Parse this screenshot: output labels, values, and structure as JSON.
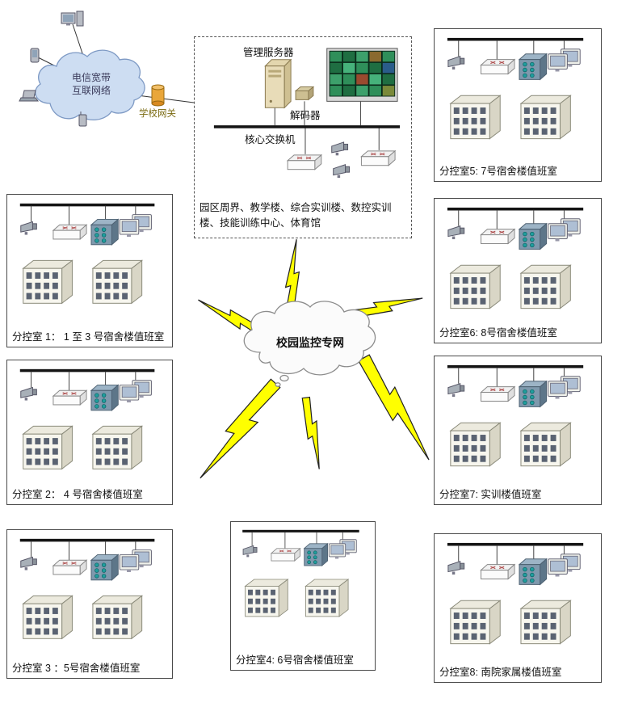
{
  "internet_cloud": {
    "line1": "电信宽带",
    "line2": "互联网络"
  },
  "gateway": {
    "label": "学校网关"
  },
  "center_cloud": {
    "label": "校园监控专网"
  },
  "control_center": {
    "server_label": "管理服务器",
    "decoder_label": "解码器",
    "core_switch_label": "核心交换机",
    "coverage_text": "园区周界、教学楼、综合实训楼、数控实训楼、技能训练中心、体育馆"
  },
  "rooms": [
    {
      "label": "分控室 1：  1 至 3 号宿舍楼值班室"
    },
    {
      "label": "分控室 2：  4 号宿舍楼值班室"
    },
    {
      "label": "分控室 3 ：5号宿舍楼值班室"
    },
    {
      "label": "分控室4: 6号宿舍楼值班室"
    },
    {
      "label": "分控室5: 7号宿舍楼值班室"
    },
    {
      "label": "分控室6: 8号宿舍楼值班室"
    },
    {
      "label": "分控室7: 实训楼值班室"
    },
    {
      "label": "分控室8: 南院家属楼值班室"
    }
  ],
  "icons": {
    "camera-icon": "cctv surveillance camera",
    "switch-icon": "3d network switch with crossover arrows",
    "dvr-icon": "video recorder / matrix box with ports",
    "monitors-icon": "pair of display monitors",
    "building-icon": "3d building with window grid",
    "server-tower-icon": "management server tower",
    "decoder-icon": "decoder box",
    "gateway-icon": "gateway cylinder",
    "video-wall-icon": "monitor showing surveillance video wall",
    "desktop-icon": "desktop computer client",
    "phone-icon": "mobile phone client",
    "laptop-icon": "laptop client",
    "handheld-icon": "handheld terminal client",
    "lightning-bolt-icon": "wireless/link lightning bolt"
  },
  "colors": {
    "bolt_yellow": "#ffff00",
    "internet_cloud_fill": "#cdddf2",
    "internet_cloud_stroke": "#7d99c4",
    "center_cloud_fill": "#fbfbfb",
    "center_cloud_stroke": "#8c8c8c",
    "gateway_orange": "#e9a63a",
    "dvr_port_teal": "#1f9e9e"
  }
}
